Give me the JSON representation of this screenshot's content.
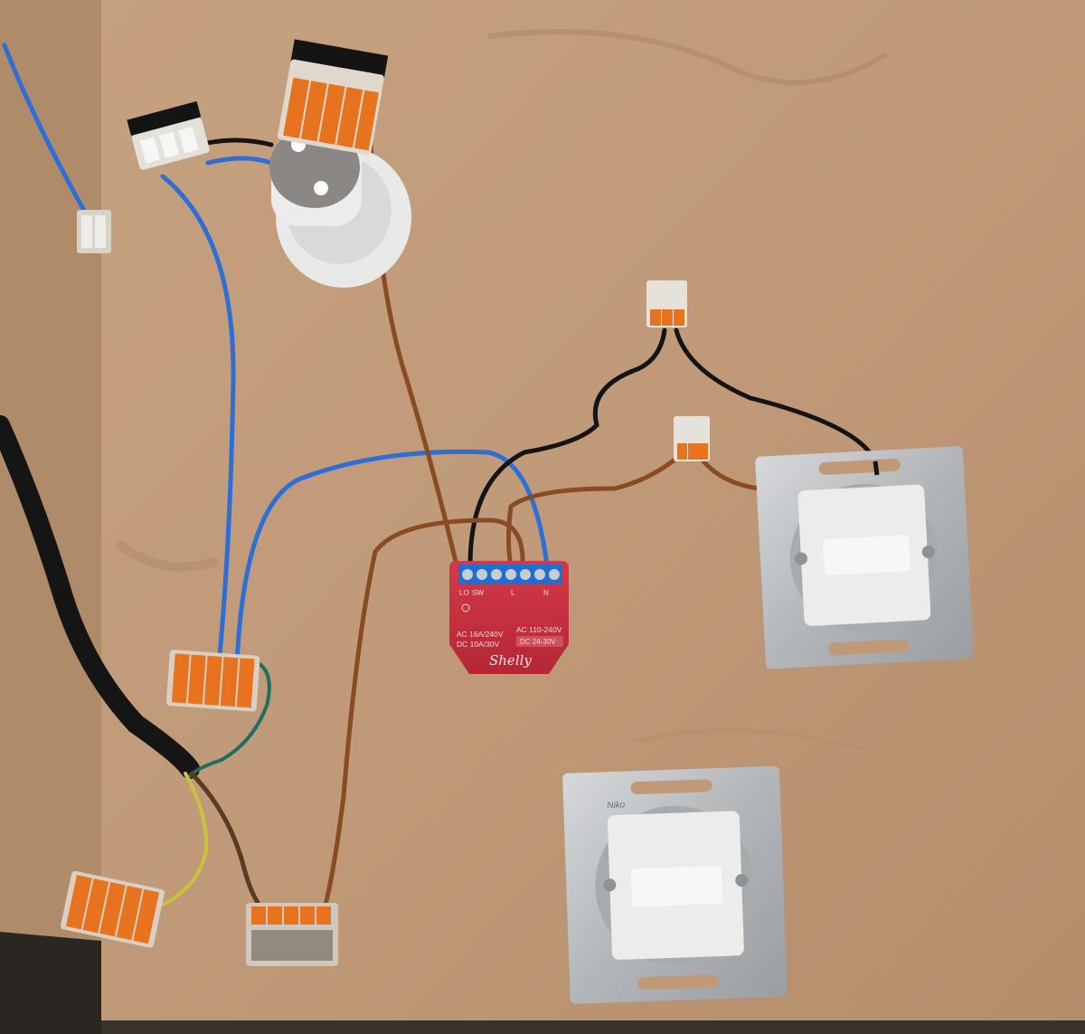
{
  "scene": {
    "colors": {
      "board": "#c09a78",
      "board_dark": "#a98463",
      "background": "#2a2622",
      "shelly_red": "#c8303f",
      "terminal_blue": "#1f6fd1",
      "wire_blue": "#2c6fd8",
      "wire_brown": "#8a4a22",
      "wire_black": "#141414",
      "wago_orange": "#e8731e",
      "steel": "#b9bcbf"
    }
  },
  "relay": {
    "terminals": "LO SW L N",
    "terminal_lo": "LO",
    "terminal_sw": "SW",
    "terminal_l": "L",
    "terminal_n": "N",
    "spec_left_1": "AC 16A/240V",
    "spec_left_2": "DC 10A/30V",
    "spec_right_1": "AC 110-240V",
    "spec_right_2": "DC 24-30V",
    "brand": "Shelly"
  },
  "switches": {
    "brand": "Niko"
  }
}
